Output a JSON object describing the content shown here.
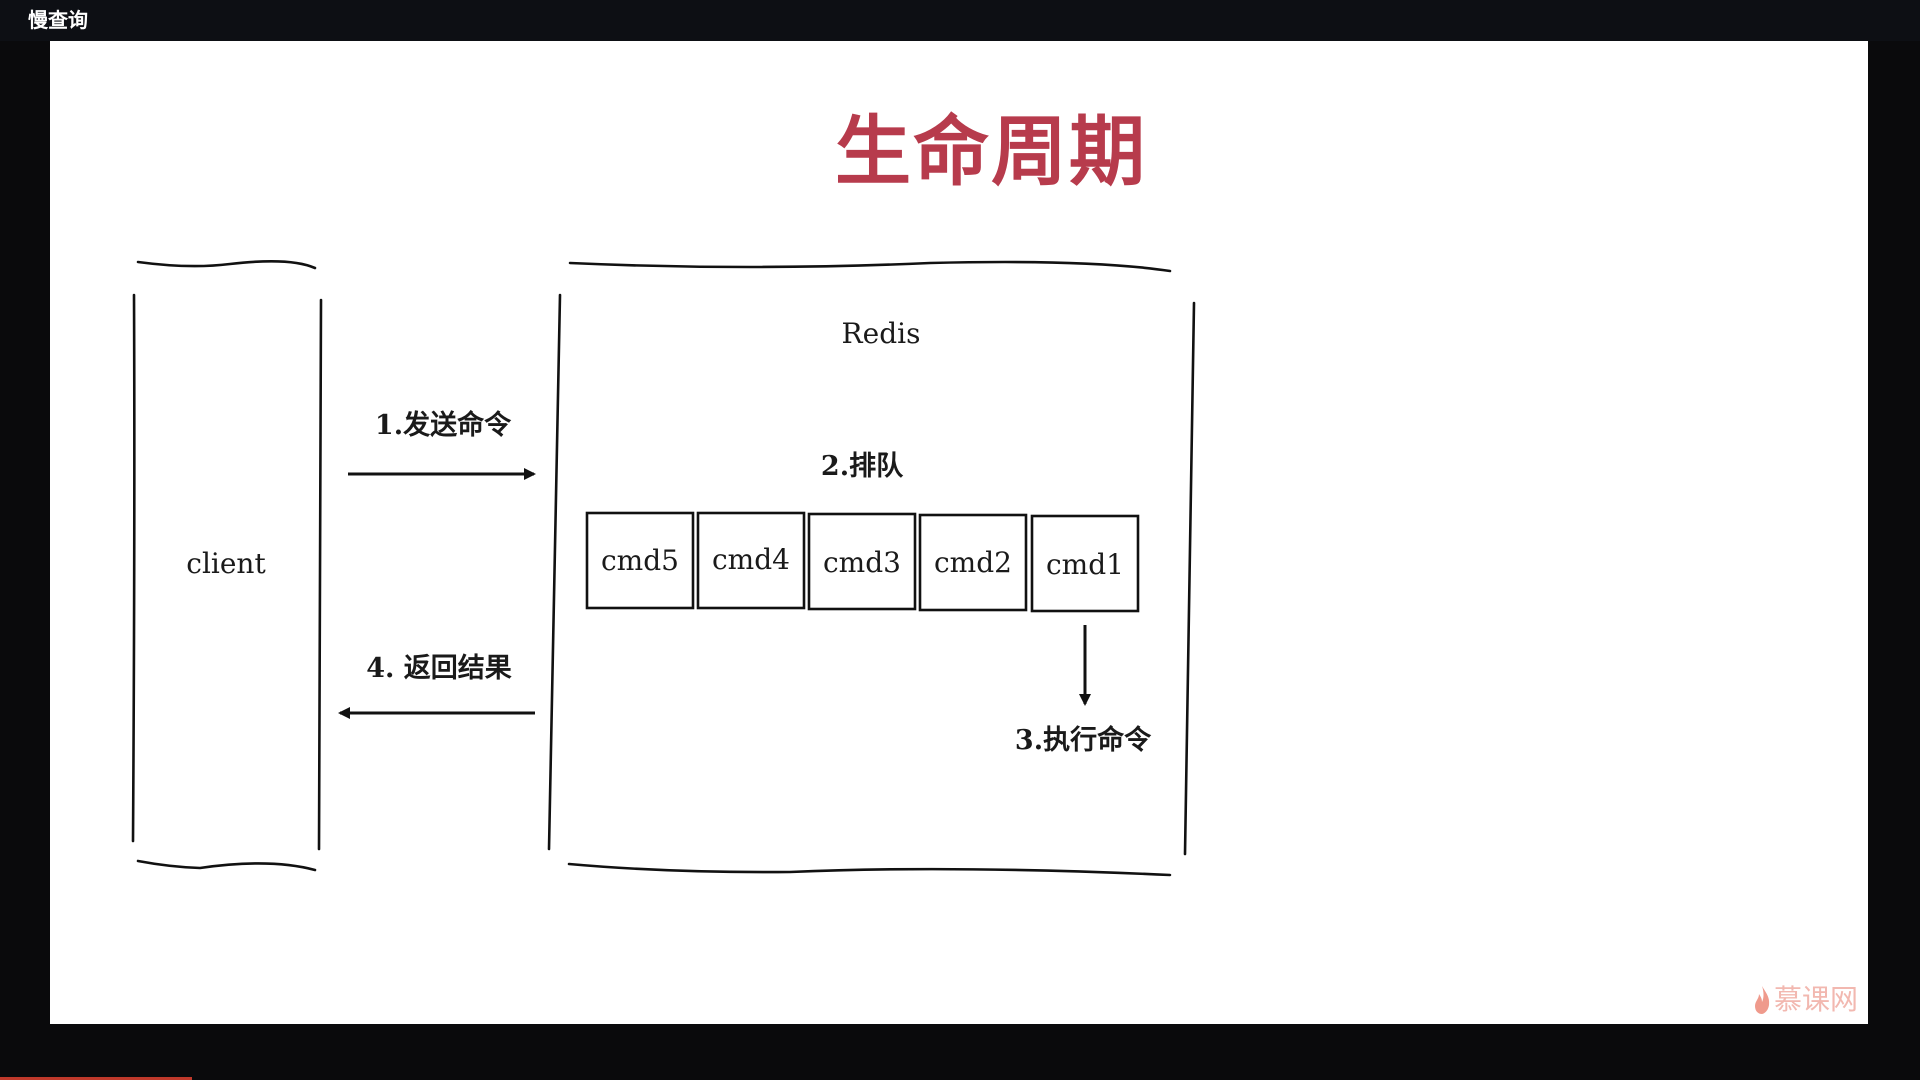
{
  "window": {
    "title": "慢查询"
  },
  "slide": {
    "title": "生命周期",
    "client_label": "client",
    "redis_label": "Redis",
    "step1": "1.发送命令",
    "step2": "2.排队",
    "step3": "3.执行命令",
    "step4": "4. 返回结果",
    "queue": [
      "cmd5",
      "cmd4",
      "cmd3",
      "cmd2",
      "cmd1"
    ],
    "watermark": "慕课网"
  },
  "colors": {
    "title": "#b73b4c",
    "background": "#ffffff",
    "frame": "#0a0a0c",
    "watermark": "#f2b8b0"
  },
  "video": {
    "progress": 0.1
  }
}
